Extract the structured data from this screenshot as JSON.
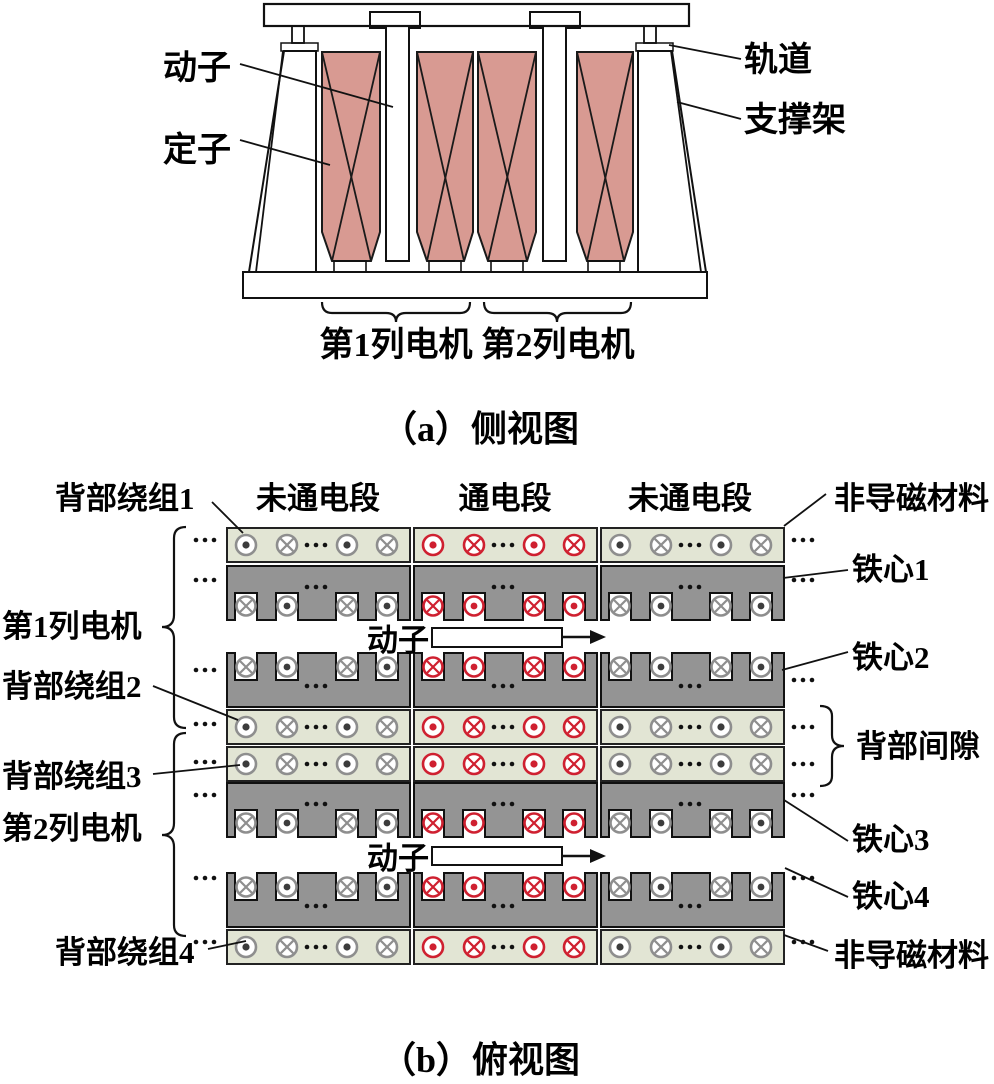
{
  "side_view": {
    "caption": "（a）侧视图",
    "labels": {
      "mover": "动子",
      "stator": "定子",
      "rail": "轨道",
      "support_frame": "支撑架",
      "motor_column_1": "第1列电机",
      "motor_column_2": "第2列电机"
    },
    "colors": {
      "rail": "#7a7a7a",
      "support": "#b9b9b9",
      "support_cap": "#6e6e6e",
      "coil": "#d89a92",
      "base": "#c3c3c3",
      "foot": "#9a9a9a",
      "mover": "#ffffff"
    }
  },
  "top_view": {
    "caption": "（b）俯视图",
    "section_headers": [
      "未通电段",
      "通电段",
      "未通电段"
    ],
    "labels": {
      "back_winding_1": "背部绕组1",
      "back_winding_2": "背部绕组2",
      "back_winding_3": "背部绕组3",
      "back_winding_4": "背部绕组4",
      "motor_column_1": "第1列电机",
      "motor_column_2": "第2列电机",
      "core_1": "铁心1",
      "core_2": "铁心2",
      "core_3": "铁心3",
      "core_4": "铁心4",
      "back_gap": "背部间隙",
      "nonmagnetic_top": "非导磁材料",
      "nonmagnetic_bottom": "非导磁材料",
      "mover_1": "动子",
      "mover_2": "动子"
    },
    "symbols": {
      "strip_order": [
        "out",
        "in",
        "dots",
        "out",
        "in"
      ],
      "slot_order": [
        "in",
        "out",
        "dots",
        "in",
        "out"
      ],
      "out_meaning": "current-out-of-page",
      "in_meaning": "current-into-page"
    },
    "colors": {
      "strip": "#e2e5d4",
      "core": "#949494",
      "slot": "#ffffff",
      "energized": "#cf2030",
      "idle_ring": "#8e8e8e",
      "idle_center": "#3c3c3c",
      "mover_fill": "#ededed",
      "dots": "#111111"
    }
  }
}
